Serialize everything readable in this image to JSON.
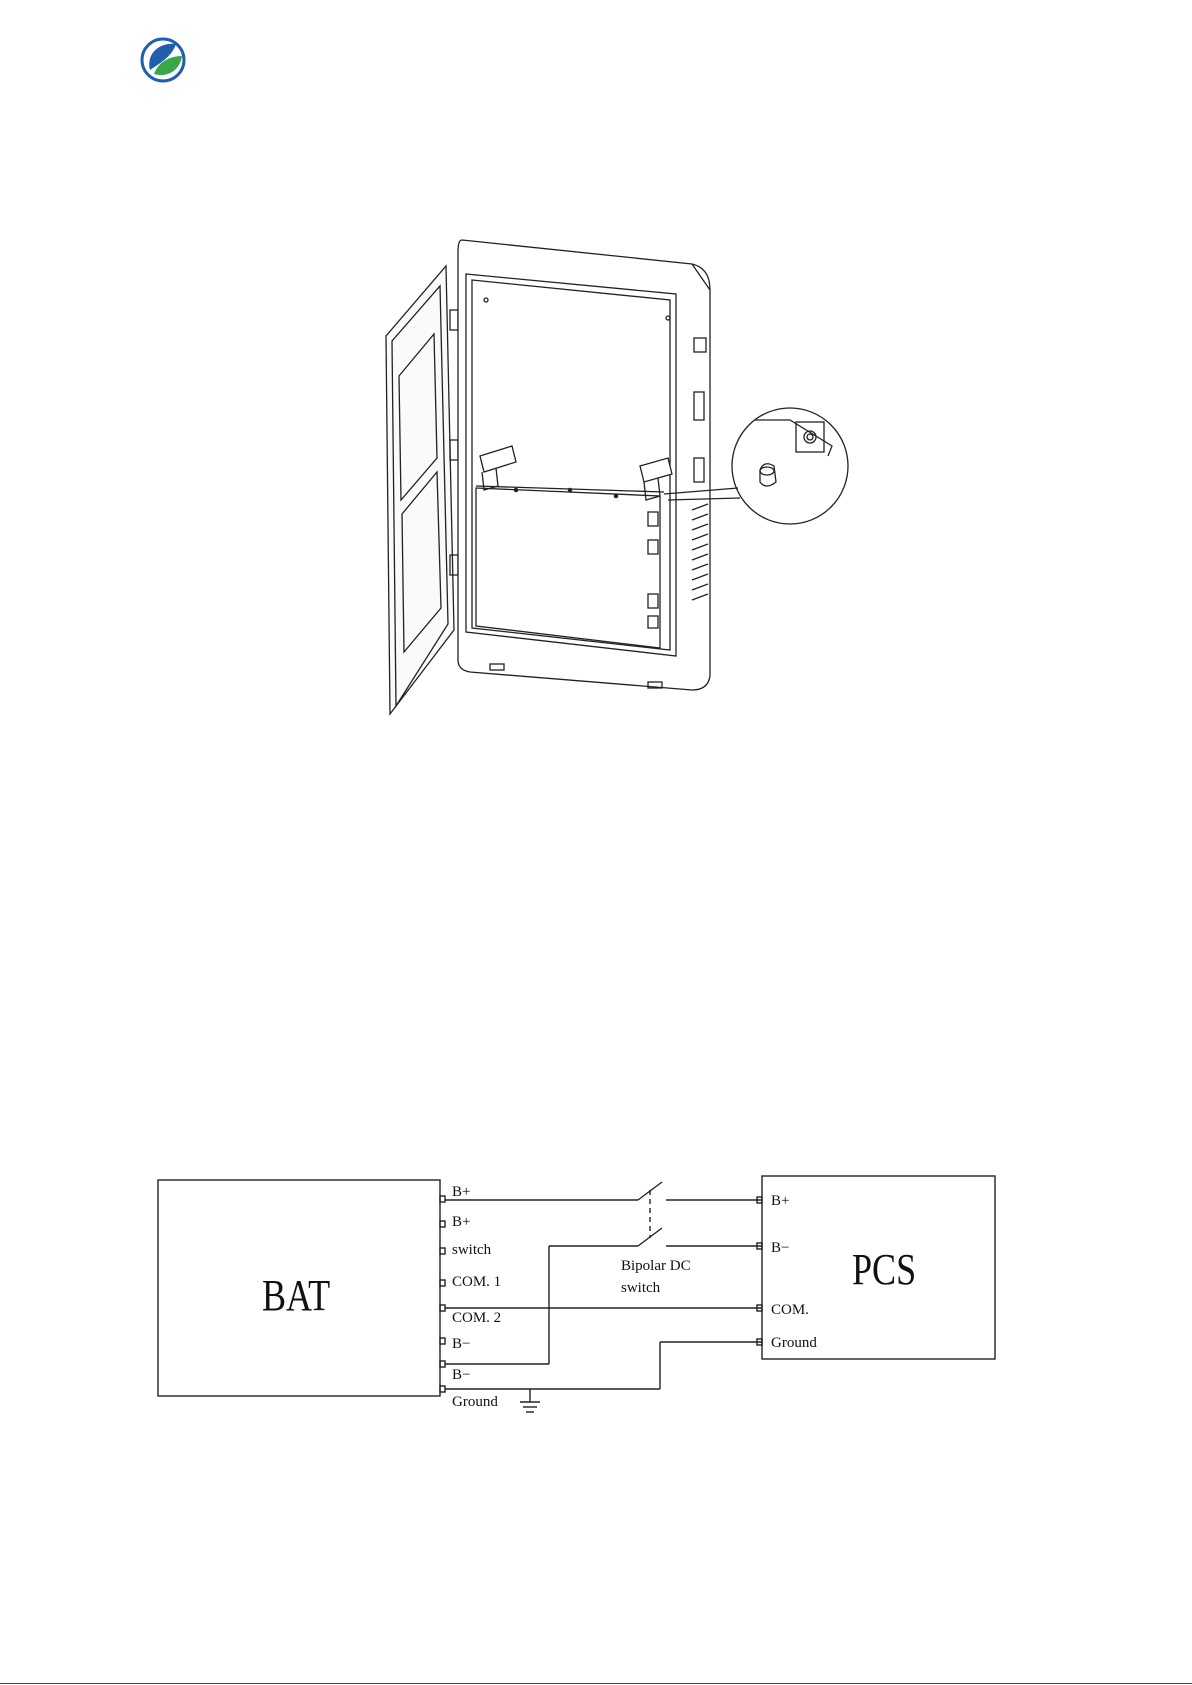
{
  "logo": {
    "icon": "leaf-drop-logo-icon",
    "colors": {
      "blue": "#1f5fae",
      "green": "#3aa64a"
    }
  },
  "figure_cabinet": {
    "icon": "open-battery-cabinet-illustration"
  },
  "wiring_diagram": {
    "bat_label": "BAT",
    "pcs_label": "PCS",
    "bat_terminals": [
      "B+",
      "B+",
      "switch",
      "COM. 1",
      "COM. 2",
      "B−",
      "B−",
      "Ground"
    ],
    "pcs_terminals": [
      "B+",
      "B−",
      "COM.",
      "Ground"
    ],
    "switch_label_line1": "Bipolar DC",
    "switch_label_line2": "switch"
  }
}
